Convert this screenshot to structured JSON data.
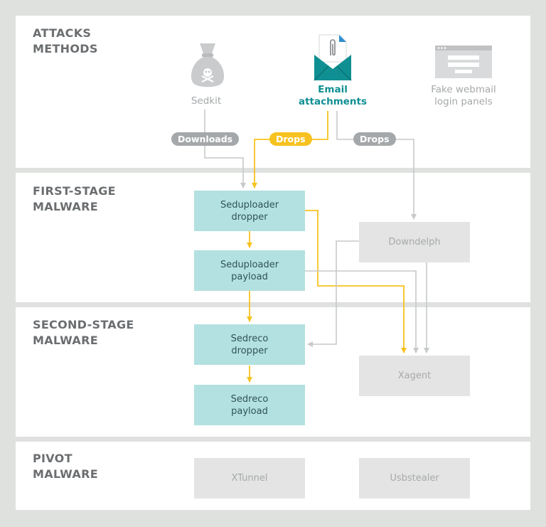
{
  "sections": {
    "attacks": "ATTACKS\nMETHODS",
    "first_stage": "FIRST-STAGE\nMALWARE",
    "second_stage": "SECOND-STAGE\nMALWARE",
    "pivot": "PIVOT\nMALWARE"
  },
  "attack_methods": {
    "sedkit": "Sedkit",
    "email": "Email\nattachments",
    "webmail": "Fake webmail\nlogin panels"
  },
  "edge_labels": {
    "downloads": "Downloads",
    "drops_email": "Drops",
    "drops_webmail": "Drops"
  },
  "nodes": {
    "seduploader_dropper": "Seduploader\ndropper",
    "seduploader_payload": "Seduploader\npayload",
    "downdelph": "Downdelph",
    "sedreco_dropper": "Sedreco\ndropper",
    "sedreco_payload": "Sedreco\npayload",
    "xagent": "Xagent",
    "xtunnel": "XTunnel",
    "usbstealer": "Usbstealer"
  },
  "colors": {
    "accent_teal": "#0f8f92",
    "highlight_yellow": "#f7c220",
    "muted_grey": "#a5a8aa",
    "box_teal": "#b3e0e0",
    "box_grey": "#e3e4e3"
  }
}
